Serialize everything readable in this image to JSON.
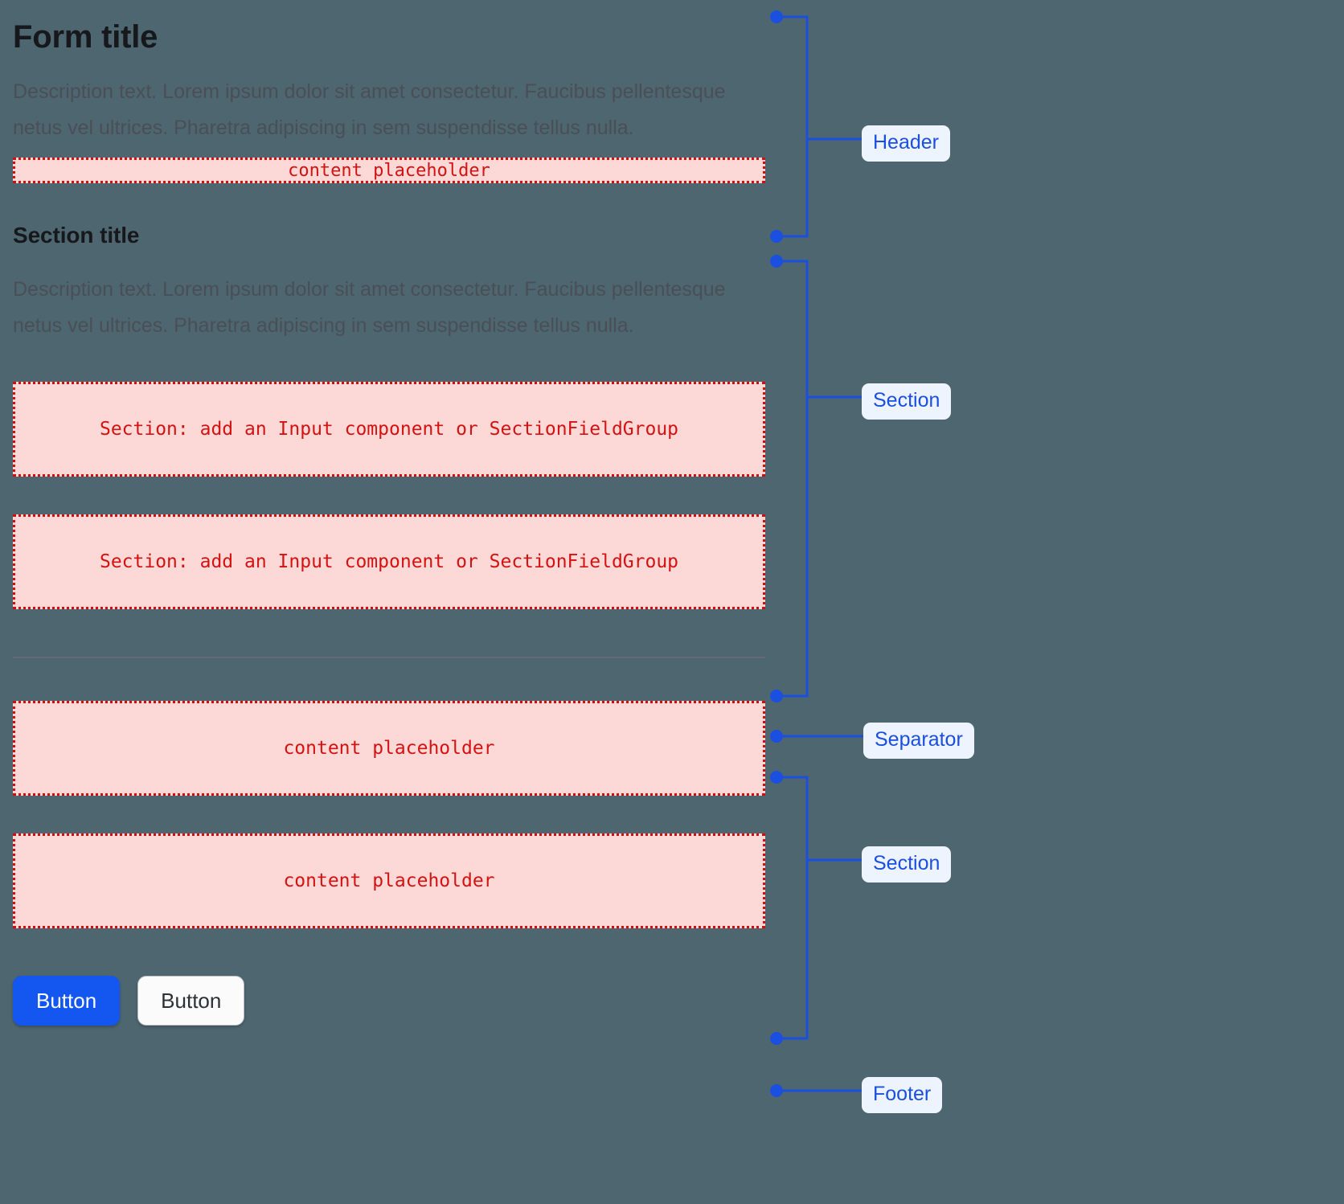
{
  "page": {
    "background_color": "#4d6670",
    "accent_color": "#1a4fe0",
    "placeholder_color": "#d41212",
    "placeholder_fill": "#fcd9d7"
  },
  "header": {
    "title": "Form title",
    "description": "Description text. Lorem ipsum dolor sit amet consectetur. Faucibus pellentesque netus vel ultrices. Pharetra adipiscing in sem suspendisse tellus nulla.",
    "placeholder": "content placeholder"
  },
  "section_one": {
    "title": "Section title",
    "description": "Description text. Lorem ipsum dolor sit amet consectetur. Faucibus pellentesque netus vel ultrices. Pharetra adipiscing in sem suspendisse tellus nulla.",
    "placeholders": [
      "Section: add an Input component or SectionFieldGroup",
      "Section: add an Input component or SectionFieldGroup"
    ]
  },
  "separator": {
    "label": "Separator"
  },
  "section_two": {
    "placeholders": [
      "content placeholder",
      "content placeholder"
    ]
  },
  "footer": {
    "primary_button": "Button",
    "secondary_button": "Button"
  },
  "annotations": [
    {
      "label": "Header"
    },
    {
      "label": "Section"
    },
    {
      "label": "Separator"
    },
    {
      "label": "Section"
    },
    {
      "label": "Footer"
    }
  ]
}
